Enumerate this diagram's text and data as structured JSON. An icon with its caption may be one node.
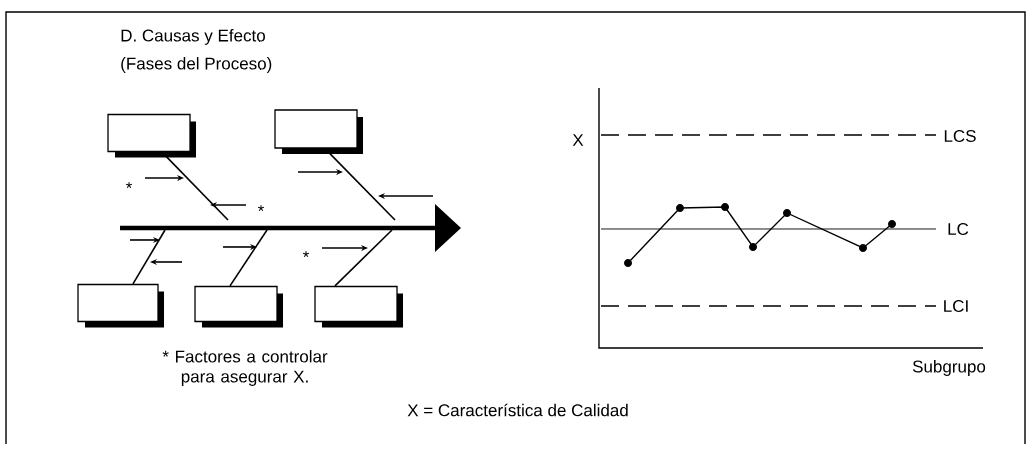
{
  "diagram": {
    "nodes": [
      {
        "text": [],
        "shape": "box"
      },
      {
        "text": [],
        "shape": "box"
      },
      {
        "text": [],
        "shape": "box"
      },
      {
        "text": [],
        "shape": "box"
      },
      {
        "text": [],
        "shape": "box"
      }
    ],
    "edges": [
      {
        "from": 0,
        "to": null,
        "arrow": "none"
      },
      {
        "from": 1,
        "to": null,
        "arrow": "none"
      },
      {
        "from": 2,
        "to": null,
        "arrow": "none"
      },
      {
        "from": 3,
        "to": null,
        "arrow": "none"
      },
      {
        "from": 4,
        "to": null,
        "arrow": "none"
      }
    ],
    "labels": [
      "D. Causas y Efecto",
      "(Fases del Proceso)",
      "X",
      "LCS",
      "*",
      "*",
      "LC",
      "*",
      "LCI",
      "* Factores a controlar para asegurar X.",
      "Subgrupo",
      "X = Característica de Calidad"
    ]
  }
}
